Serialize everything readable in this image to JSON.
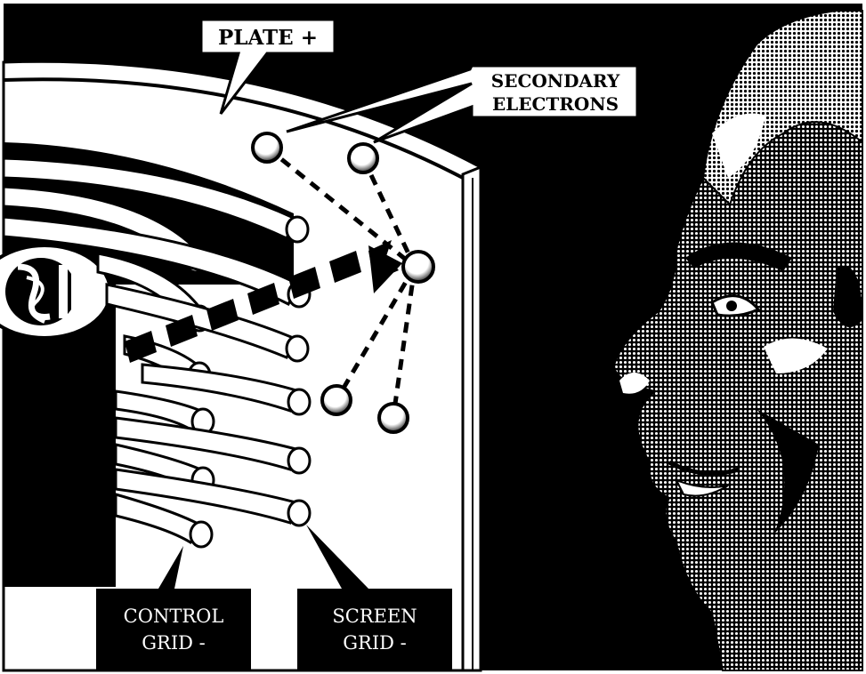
{
  "labels": {
    "plate": "PLATE +",
    "secondary_electrons": [
      "SECONDARY",
      "ELECTRONS"
    ],
    "control_grid": [
      "CONTROL",
      "GRID -"
    ],
    "screen_grid": [
      "SCREEN",
      "GRID -"
    ]
  },
  "colors": {
    "ink": "#000000",
    "paper": "#ffffff"
  }
}
